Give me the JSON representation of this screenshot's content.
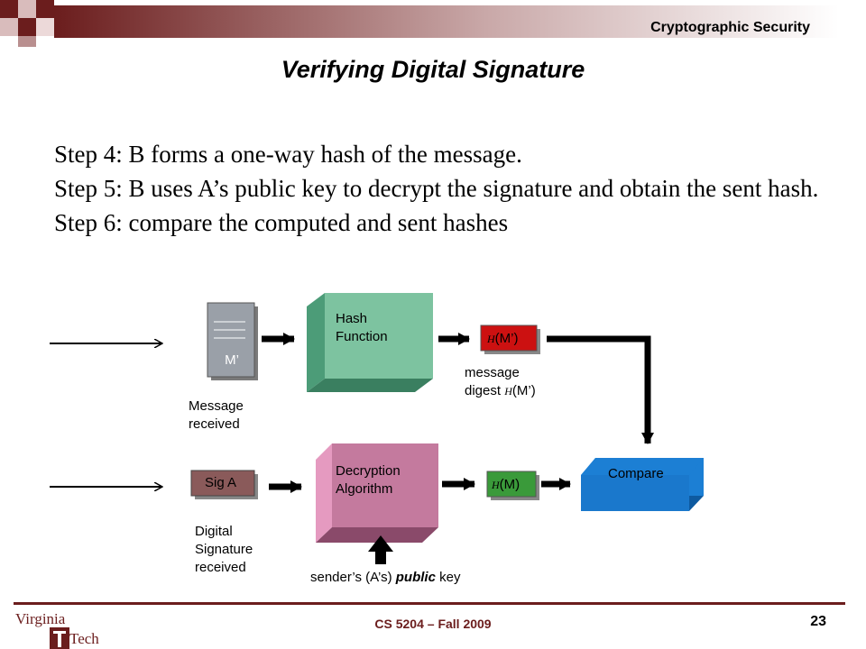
{
  "header": {
    "course_title": "Cryptographic Security"
  },
  "slide": {
    "title": "Verifying Digital Signature",
    "steps": [
      "Step 4: B forms a one-way hash of the message.",
      "Step 5: B uses A’s public key to decrypt the signature and obtain the sent hash.",
      "Step 6: compare the computed and sent hashes"
    ]
  },
  "diagram": {
    "message_doc": "M’",
    "message_caption": [
      "Message",
      "received"
    ],
    "hash_function": [
      "Hash",
      "Function"
    ],
    "hash_output": {
      "symbol": "H",
      "arg": "(M’)"
    },
    "digest_caption": {
      "line1": "message",
      "line2_prefix": "digest ",
      "symbol": "H",
      "arg": "(M’)"
    },
    "signature_box": "Sig A",
    "signature_caption": [
      "Digital",
      "Signature",
      "received"
    ],
    "decryption": [
      "Decryption",
      "Algorithm"
    ],
    "decrypt_output": {
      "symbol": "H",
      "arg": "(M)"
    },
    "key_caption": {
      "prefix": "sender’s (A’s) ",
      "emphasis": "public",
      "suffix": " key"
    },
    "compare": "Compare"
  },
  "footer": {
    "course": "CS 5204 – Fall 2009",
    "page": "23",
    "logo": "Virginia Tech"
  },
  "colors": {
    "maroon": "#6b1d1d",
    "hash_green": "#7dc3a0",
    "decrypt_pink": "#c47a9e",
    "hash_out_red": "#cc1111",
    "decrypt_out_green": "#3a9a3a",
    "compare_blue": "#1c7fd4",
    "sig_brown": "#8a5a5a"
  }
}
